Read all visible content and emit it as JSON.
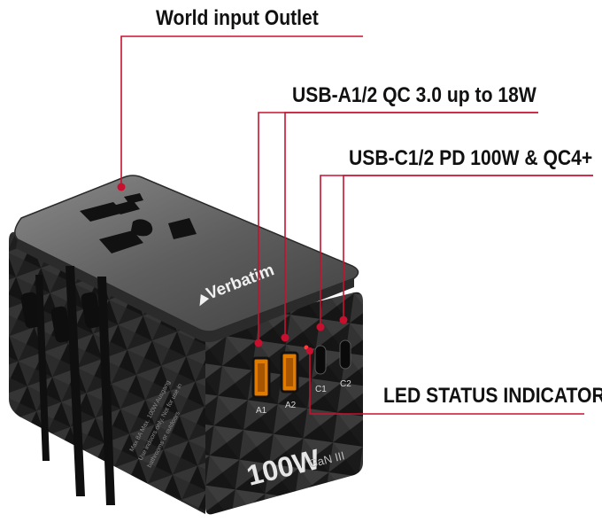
{
  "callouts": {
    "outlet": "World input Outlet",
    "usb_a": "USB-A1/2 QC 3.0 up to 18W",
    "usb_c": "USB-C1/2 PD 100W & QC4+",
    "led": "LED STATUS INDICATOR"
  },
  "device": {
    "brand": "Verbatim",
    "wattage": "100W",
    "tech": "GaN III",
    "ports": [
      "A1",
      "A2",
      "C1",
      "C2"
    ],
    "small_print": [
      "Max 8A Max. 100W Ausgang",
      "Use indoors only. Not for use in",
      "bathrooms or outdoors"
    ]
  },
  "colors": {
    "callout_line": "#c8102e",
    "body": "#2a2a2a",
    "top_plate": "#5a5a5a",
    "port_orange": "#e07b00"
  }
}
